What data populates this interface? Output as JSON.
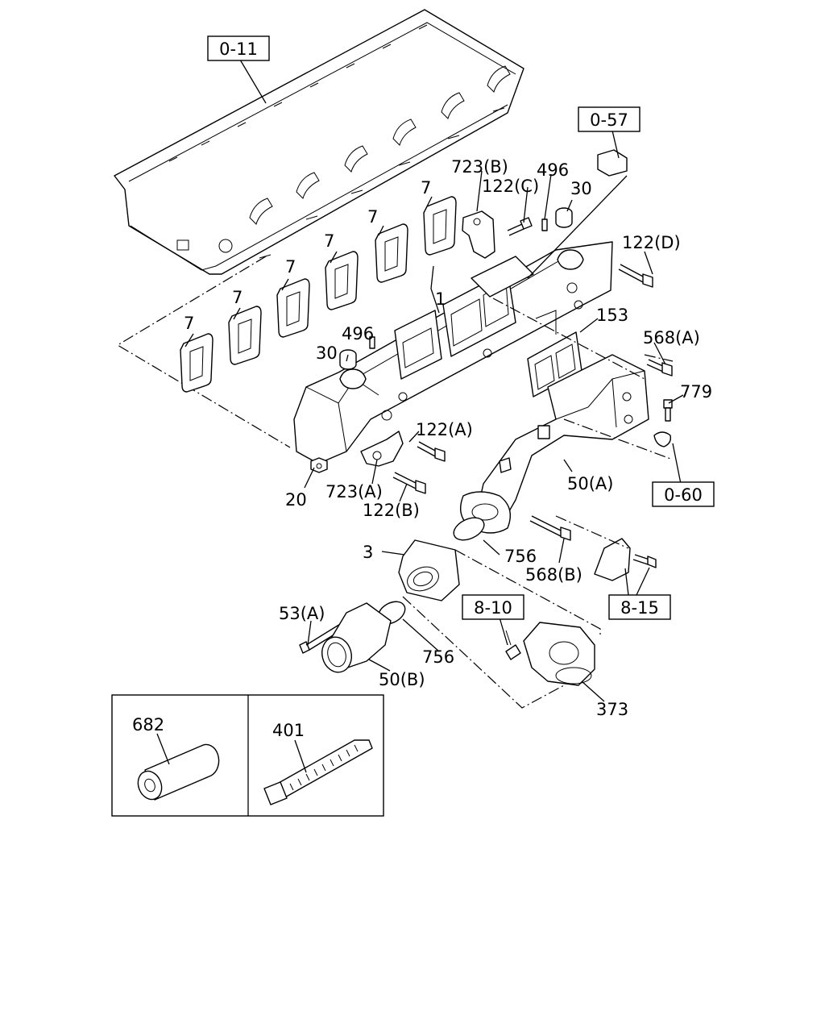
{
  "diagram": {
    "ref_boxes": {
      "cylinder_head": "0-11",
      "egr_sensor": "0-57",
      "sensor_connector": "0-60",
      "hose_clip": "8-10",
      "bracket": "8-15"
    },
    "callouts": {
      "gasket_1": "7",
      "gasket_2": "7",
      "gasket_3": "7",
      "gasket_4": "7",
      "gasket_5": "7",
      "gasket_6": "7",
      "manifold": "1",
      "cap_left": "30",
      "pin_left": "496",
      "cap_right": "30",
      "pin_right": "496",
      "bracket_b": "723(B)",
      "bolt_c": "122(C)",
      "bolt_d": "122(D)",
      "gasket_153": "153",
      "bolt_568a": "568(A)",
      "sensor_779": "779",
      "bolt_122a": "122(A)",
      "bracket_a": "723(A)",
      "bolt_122b": "122(B)",
      "nut_20": "20",
      "pipe_50a": "50(A)",
      "oring_upper": "756",
      "housing_3": "3",
      "bolt_568b": "568(B)",
      "bolt_53a": "53(A)",
      "oring_lower": "756",
      "pipe_50b": "50(B)",
      "thermostat_373": "373"
    },
    "inset": {
      "left_label": "682",
      "right_label": "401"
    }
  }
}
